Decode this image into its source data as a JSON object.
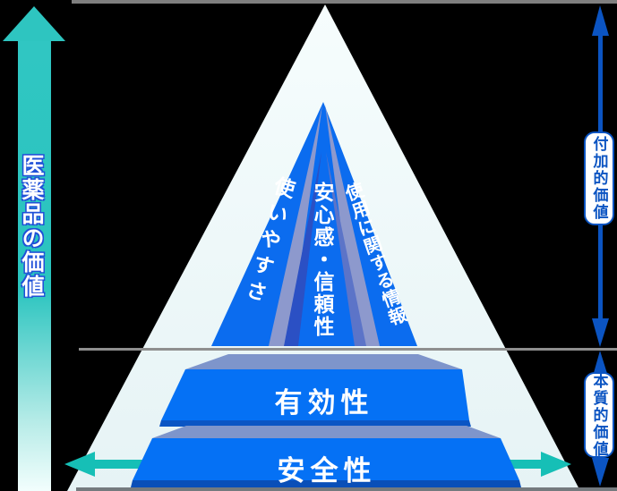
{
  "diagram": {
    "title": "医薬品の価値",
    "left_axis": {
      "label": "医薬品の価値",
      "arrow_color": "#2EC5C0"
    },
    "pyramid": {
      "upper_segments": [
        {
          "id": "usability",
          "label": "使いやすさ"
        },
        {
          "id": "reliability",
          "label": "安心感・信頼性"
        },
        {
          "id": "usage-info",
          "label": "使用に関する情報"
        }
      ],
      "lower_tiers": [
        {
          "id": "efficacy",
          "label": "有効性"
        },
        {
          "id": "safety",
          "label": "安全性"
        }
      ],
      "outer_color": "#EDF8F9",
      "segment_color": "#0B6CEF",
      "tier_color": "#0571F5",
      "separator_color": "#8D99CD"
    },
    "right_axis": {
      "upper_label": "付加的価値",
      "lower_label": "本質的価値",
      "arrow_color": "#0B54C2"
    },
    "bottom_arrow_color": "#16BFB6",
    "background_color": "#000000"
  }
}
